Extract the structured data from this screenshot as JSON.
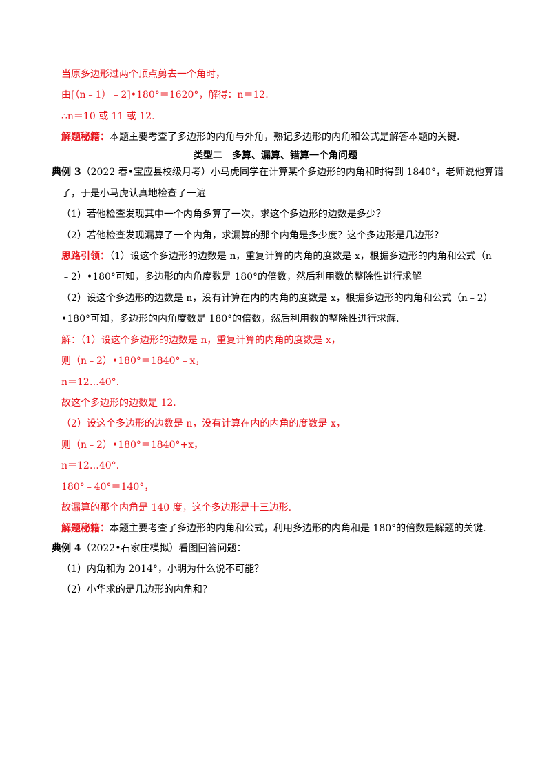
{
  "prev": {
    "line1": "当原多边形过两个顶点剪去一个角时，",
    "line2": "由[（n﹣1）﹣2]•180°＝1620°，解得：n＝12.",
    "line3": "∴n＝10 或 11 或 12.",
    "secret_label": "解题秘籍：",
    "secret_text": "本题主要考查了多边形的内角与外角，熟记多边形的内角和公式是解答本题的关键."
  },
  "section_title": "类型二　多算、漏算、错算一个角问题",
  "example3": {
    "label": "典例 3",
    "intro1": "（2022 春•宝应县校级月考）小马虎同学在计算某个多边形的内角和时得到 1840°，老师说他算错",
    "intro2": "了，于是小马虎认真地检查了一遍",
    "q1": "（1）若他检查发现其中一个内角多算了一次，求这个多边形的边数是多少？",
    "q2": "（2）若他检查发现漏算了一个内角，求漏算的那个内角是多少度？这个多边形是几边形？",
    "hint_label": "思路引领：",
    "hint1a": "（1）设这个多边形的边数是 n，重复计算的内角的度数是 x，根据多边形的内角和公式（n",
    "hint1b": "﹣2）•180°可知，多边形的内角度数是 180°的倍数，然后利用数的整除性进行求解",
    "hint2a": "（2）设这个多边形的边数是 n，没有计算在内的内角的度数是 x，根据多边形的内角和公式（n﹣2）",
    "hint2b": "•180°可知，多边形的内角度数是 180°的倍数，然后利用数的整除性进行求解.",
    "sol1": "解：（1）设这个多边形的边数是 n，重复计算的内角的度数是 x，",
    "sol2": "则（n﹣2）•180°＝1840°﹣x，",
    "sol3": "n＝12…40°.",
    "sol4": "故这个多边形的边数是 12.",
    "sol5": "（2）设这个多边形的边数是 n，没有计算在内的内角的度数是 x，",
    "sol6": "则（n﹣2）•180°＝1840°+x，",
    "sol7": "n＝12…40°.",
    "sol8": "180°﹣40°＝140°，",
    "sol9": "故漏算的那个内角是 140 度，这个多边形是十三边形.",
    "secret_label": "解题秘籍：",
    "secret_text": "本题主要考查了多边形的内角和公式，利用多边形的内角和是 180°的倍数是解题的关键."
  },
  "example4": {
    "label": "典例 4",
    "intro": "（2022•石家庄模拟）看图回答问题：",
    "q1": "（1）内角和为 2014°，小明为什么说不可能？",
    "q2": "（2）小华求的是几边形的内角和？"
  }
}
